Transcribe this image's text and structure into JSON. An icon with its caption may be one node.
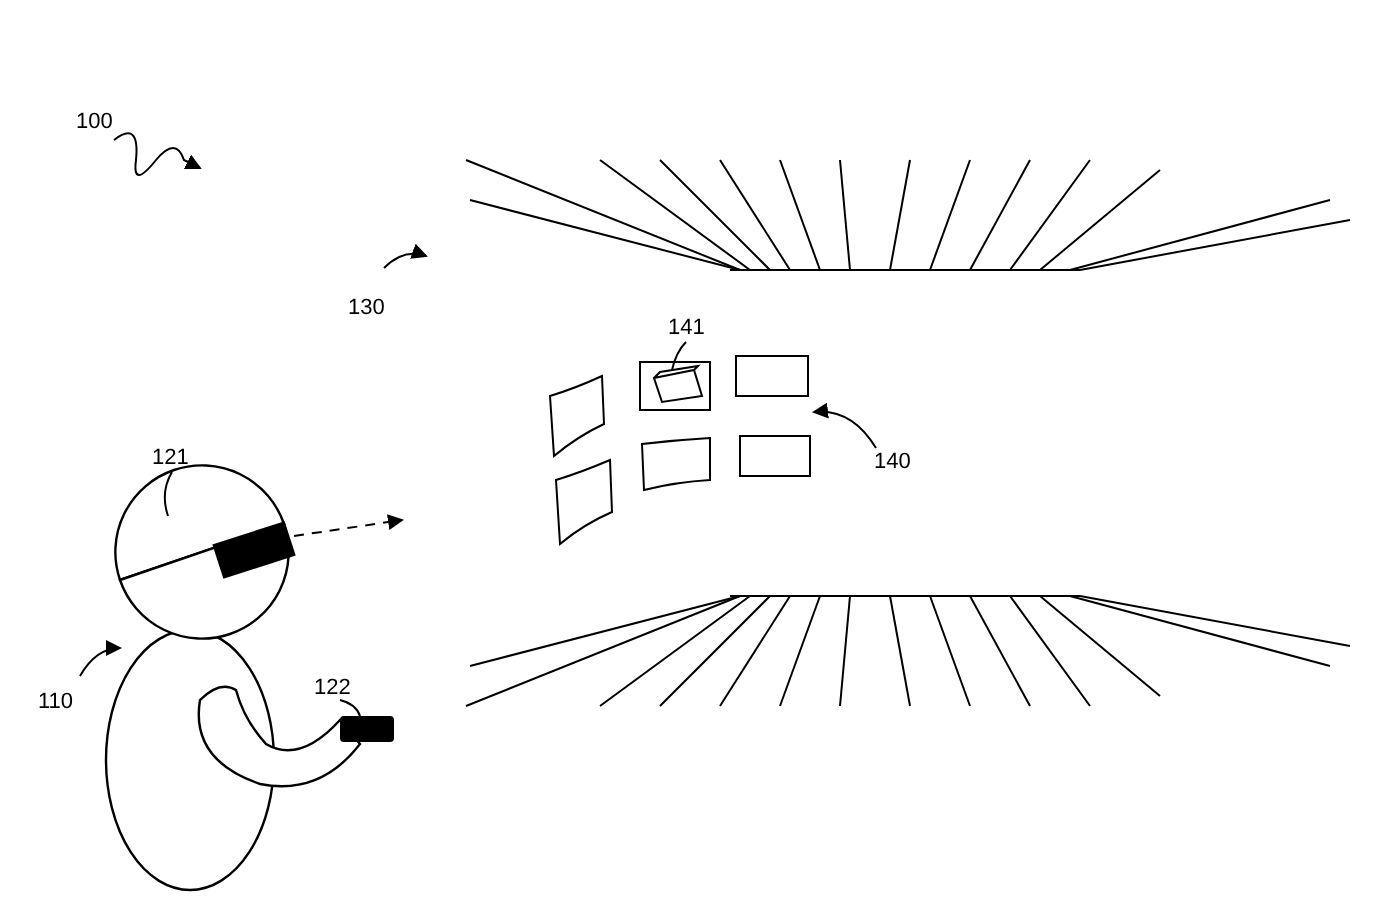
{
  "diagram": {
    "nodes": [
      {
        "text": [
          "121"
        ]
      },
      {
        "text": [],
        "shape": "circle"
      },
      {
        "text": [
          "122"
        ]
      },
      {
        "text": [],
        "shape": "box"
      },
      {
        "text": [
          "141"
        ]
      },
      {
        "text": [],
        "shape": "box",
        "in": 11
      },
      {
        "text": [
          "130"
        ]
      },
      {
        "text": [
          "140"
        ]
      },
      {
        "text": [
          "110"
        ]
      },
      {
        "text": [],
        "shape": "person"
      },
      {
        "text": [],
        "shape": "box"
      },
      {
        "text": [],
        "shape": "box"
      }
    ],
    "edges": [
      {
        "from": 0,
        "to": 1,
        "arrow": "none"
      },
      {
        "from": 2,
        "to": 3,
        "arrow": "none"
      },
      {
        "from": 4,
        "to": 5,
        "arrow": "none"
      },
      {
        "from": 6,
        "to": null,
        "arrow": "to"
      },
      {
        "from": 7,
        "to": 11,
        "arrow": "to"
      },
      {
        "from": 8,
        "to": 9,
        "arrow": "to"
      },
      {
        "from": 10,
        "to": null,
        "arrow": "to",
        "style": "dashed"
      }
    ],
    "labels": [
      "100"
    ]
  }
}
